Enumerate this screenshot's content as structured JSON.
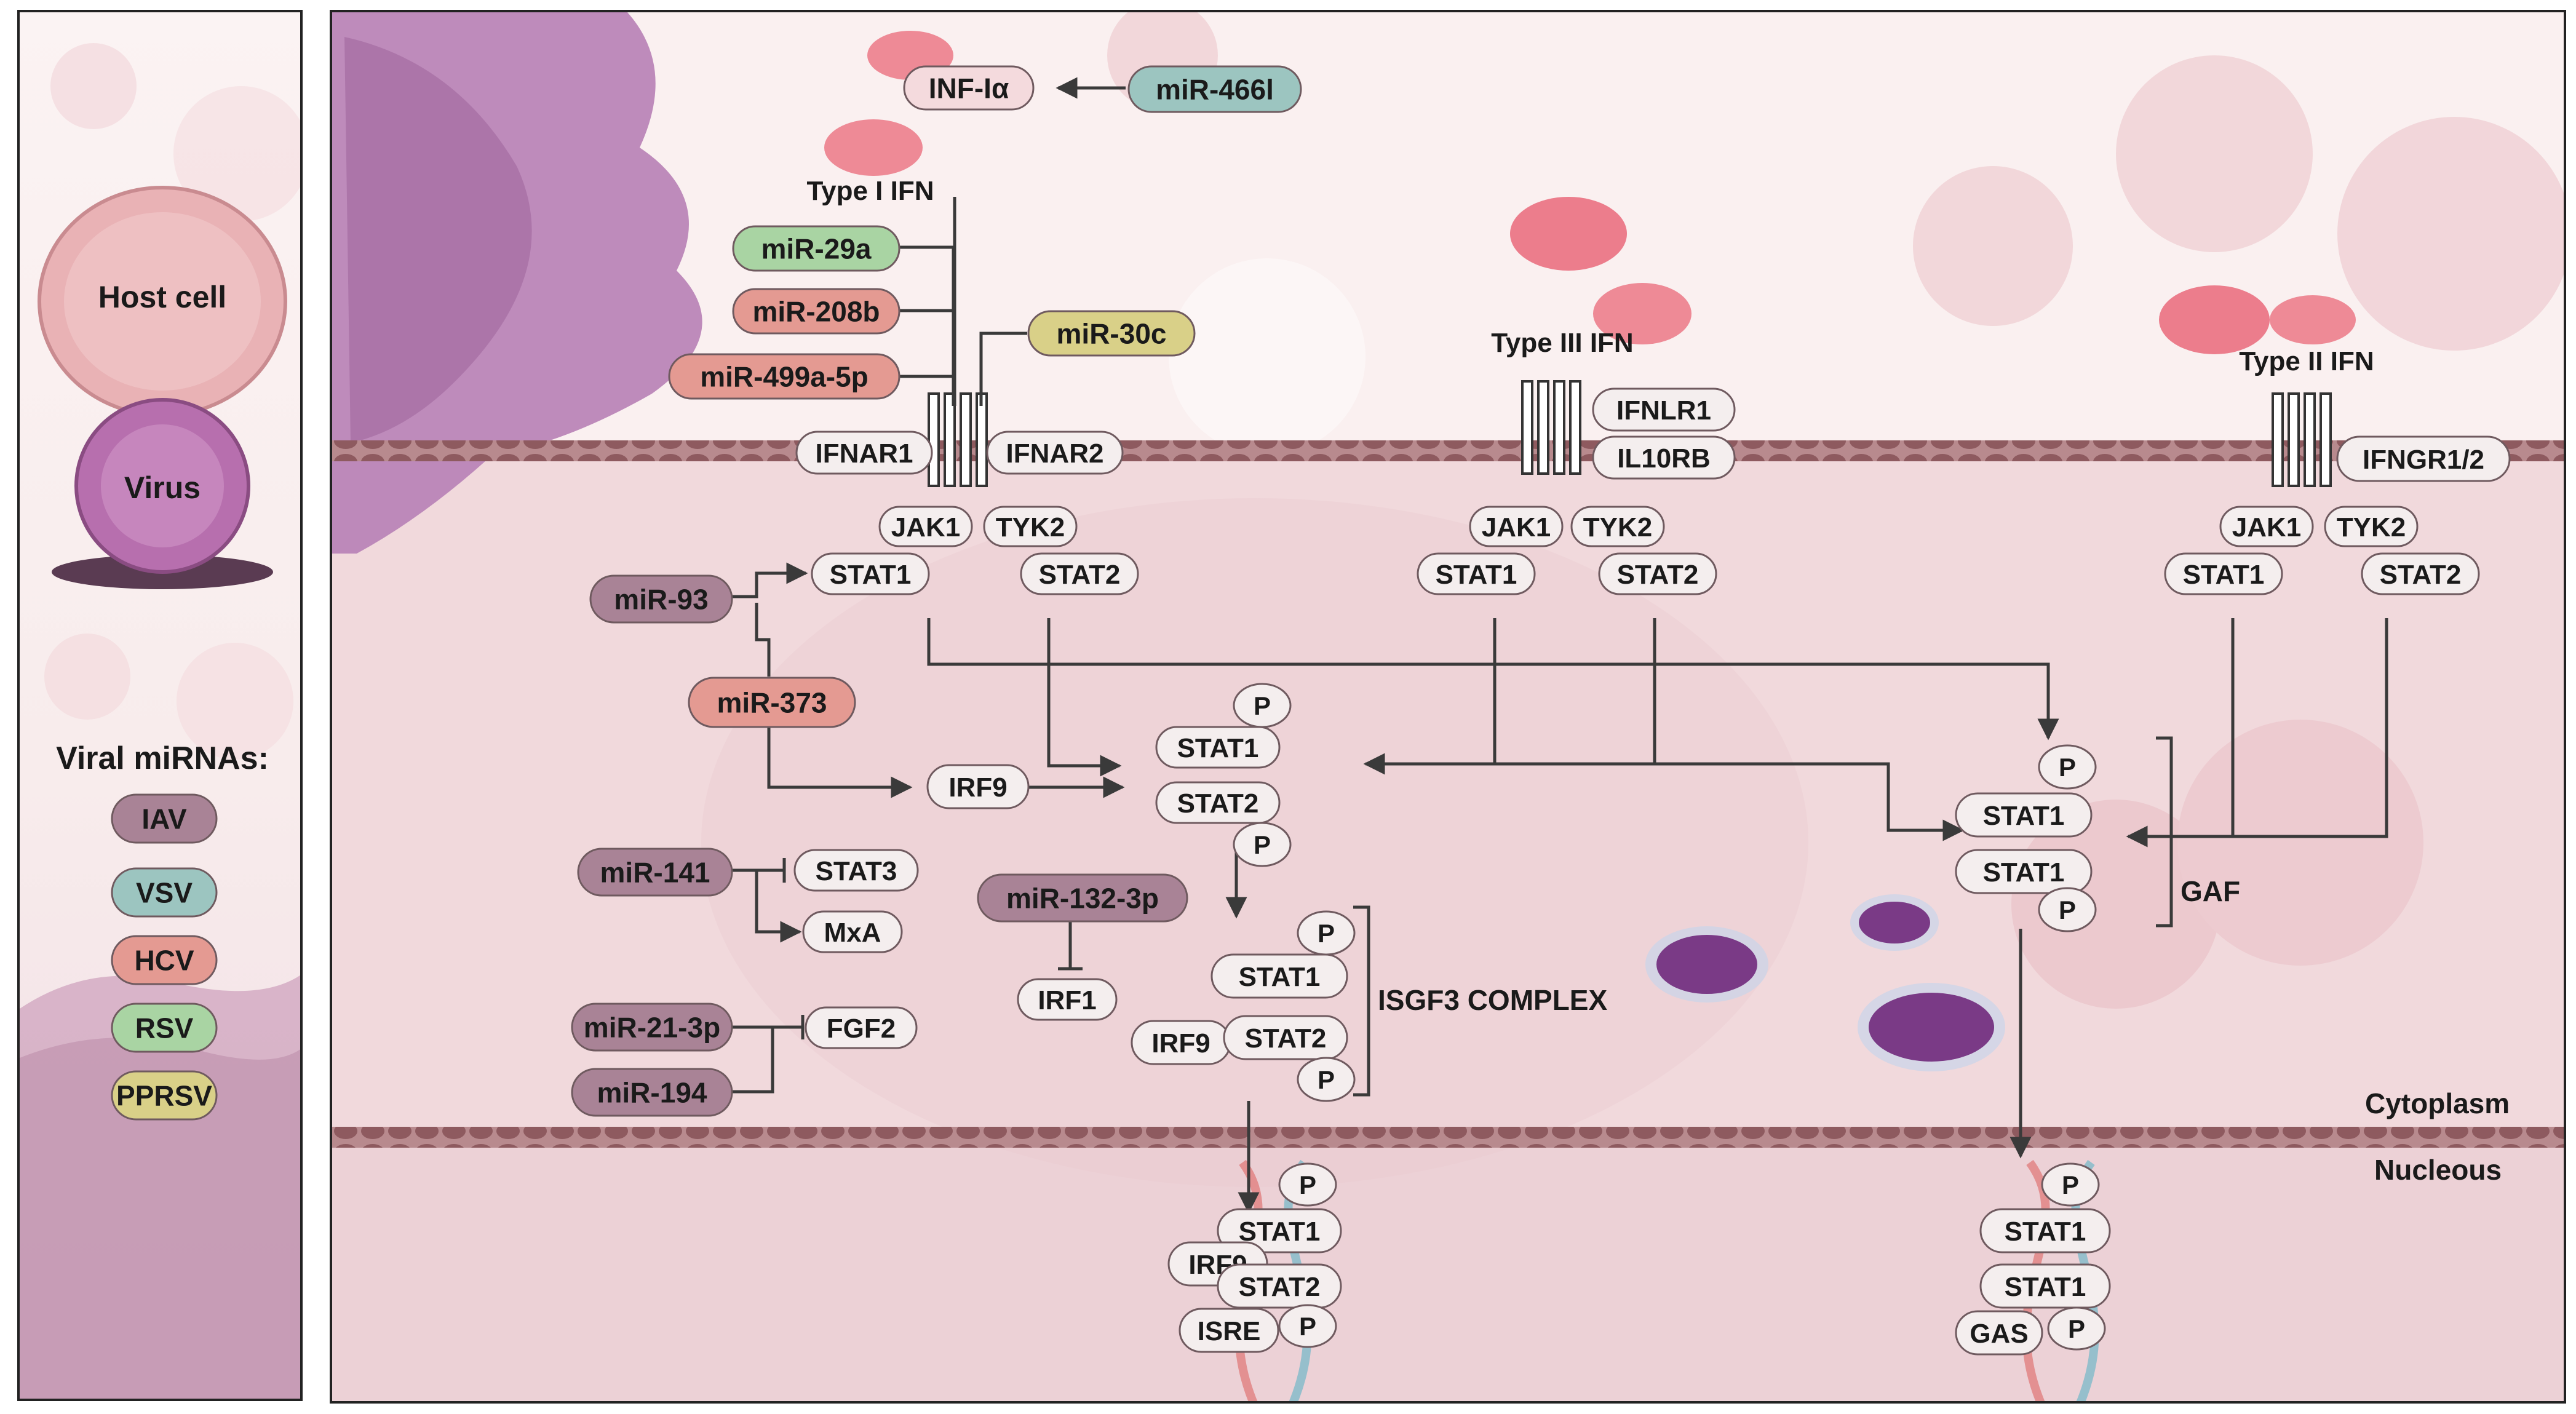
{
  "legend": {
    "host_cell": "Host cell",
    "virus": "Virus",
    "viral_mirnas_title": "Viral miRNAs:",
    "items": [
      {
        "label": "IAV",
        "color": "#a98396"
      },
      {
        "label": "VSV",
        "color": "#9cc5c0"
      },
      {
        "label": "HCV",
        "color": "#e49a92"
      },
      {
        "label": "RSV",
        "color": "#a9d4a3"
      },
      {
        "label": "PPRSV",
        "color": "#d9d088"
      }
    ]
  },
  "colors": {
    "iav": "#a98396",
    "vsv": "#9cc5c0",
    "hcv": "#e49a92",
    "rsv": "#a9d4a3",
    "pprsv": "#d9d088",
    "membrane": "#8e5a5f",
    "protein_fill": "#f4eeee",
    "protein_stroke": "#6f5a5f",
    "arrow": "#3a3a3a"
  },
  "ligands": {
    "inf_la": "INF-Iα",
    "type1": "Type I IFN",
    "type3": "Type III IFN",
    "type2": "Type II IFN"
  },
  "receptors": {
    "ifnar1": "IFNAR1",
    "ifnar2": "IFNAR2",
    "ifnlr1": "IFNLR1",
    "il10rb": "IL10RB",
    "ifngr": "IFNGR1/2"
  },
  "mirnas": {
    "mir_466l": "miR-466l",
    "mir_29a": "miR-29a",
    "mir_208b": "miR-208b",
    "mir_499a": "miR-499a-5p",
    "mir_30c": "miR-30c",
    "mir_93": "miR-93",
    "mir_373": "miR-373",
    "mir_141": "miR-141",
    "mir_132": "miR-132-3p",
    "mir_21": "miR-21-3p",
    "mir_194": "miR-194"
  },
  "proteins": {
    "jak1": "JAK1",
    "tyk2": "TYK2",
    "stat1": "STAT1",
    "stat2": "STAT2",
    "stat3": "STAT3",
    "irf9": "IRF9",
    "irf1": "IRF1",
    "mxa": "MxA",
    "fgf2": "FGF2",
    "p": "P",
    "isre": "ISRE",
    "gas": "GAS"
  },
  "labels": {
    "isgf3": "ISGF3 COMPLEX",
    "gaf": "GAF",
    "cytoplasm": "Cytoplasm",
    "nucleous": "Nucleous"
  }
}
